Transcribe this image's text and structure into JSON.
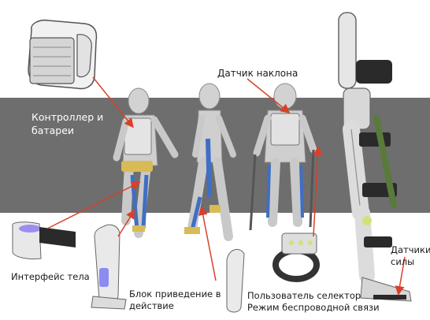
{
  "labels": {
    "controller_line1": "Контроллер и",
    "controller_line2": "батареи",
    "tilt_sensor": "Датчик наклона",
    "force_line1": "Датчики",
    "force_line2": "силы",
    "body_interface": "Интерфейс тела",
    "actuator_line1": "Блок приведение в",
    "actuator_line2": "действие",
    "selector_line1": "Пользователь селектор",
    "selector_line2": "Режим беспроводной связи"
  },
  "colors": {
    "band": "#6e6e6e",
    "arrow": "#d8402a",
    "figure": "#c9c9c9",
    "brace": "#3f6fc4",
    "cuff": "#d9bb55",
    "device": "#e8e8e8"
  }
}
